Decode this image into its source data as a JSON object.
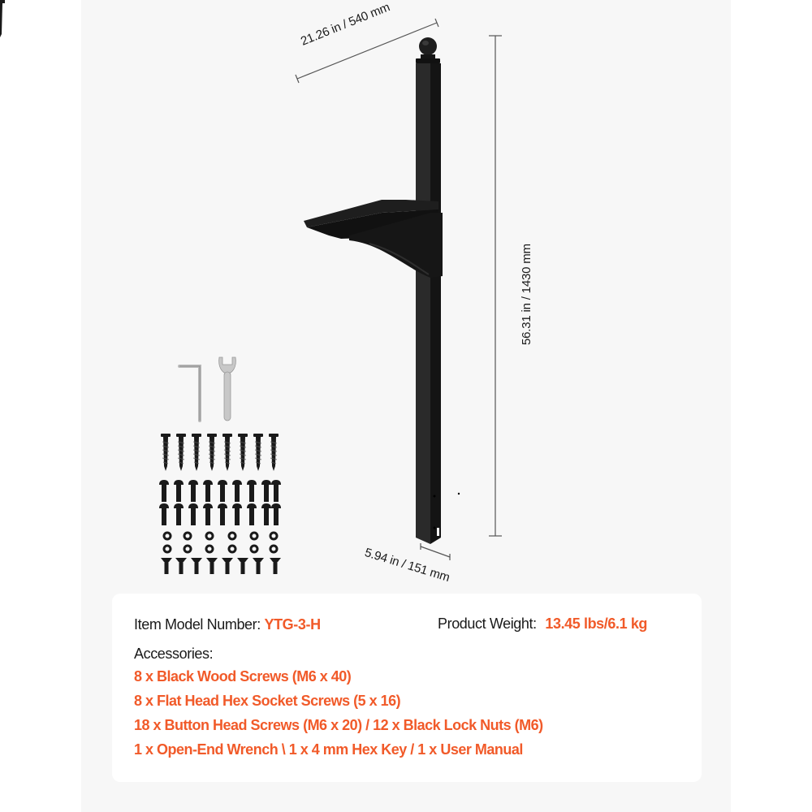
{
  "colors": {
    "accent": "#f15a29",
    "text": "#1a1a1a",
    "panel_bg": "#f7f7f7",
    "card_bg": "#ffffff",
    "product": "#1c1c1c"
  },
  "dimensions": {
    "width": "21.26 in / 540 mm",
    "height": "56.31 in / 1430 mm",
    "base": "5.94 in / 151 mm"
  },
  "product": {
    "name_icon": "mailbox-post-icon",
    "parts": [
      "ball-finial",
      "post",
      "mounting-bracket"
    ]
  },
  "hardware": {
    "tools": [
      "hex-key-icon",
      "wrench-icon"
    ],
    "wood_screws_count": 8,
    "button_screws_rows": 2,
    "button_screws_per_row": 9,
    "lock_nuts_rows": 2,
    "lock_nuts_per_row": 6,
    "flat_screws_count": 8
  },
  "specs": {
    "model_label": "Item Model Number:",
    "model_value": "YTG-3-H",
    "weight_label": "Product Weight:",
    "weight_value": "13.45 lbs/6.1 kg",
    "accessories_label": "Accessories:",
    "accessories": [
      "8 x Black Wood Screws (M6 x 40)",
      "8 x Flat Head Hex Socket Screws (5 x 16)",
      "18 x Button Head Screws (M6 x 20) / 12 x Black Lock Nuts (M6)",
      "1 x Open-End Wrench \\ 1 x 4 mm Hex Key / 1 x User Manual"
    ]
  }
}
